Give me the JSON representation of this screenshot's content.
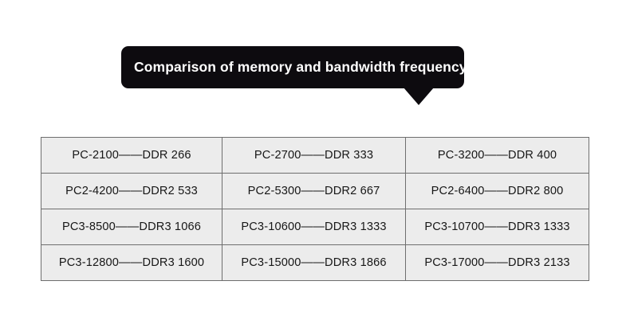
{
  "page": {
    "background_color": "#ffffff"
  },
  "callout": {
    "title": "Comparison of memory and bandwidth frequency",
    "background_color": "#0d0b0f",
    "text_color": "#ffffff",
    "tail_direction": "down"
  },
  "table": {
    "cell_background_color": "#ececec",
    "border_color": "#6e6e6e",
    "text_color": "#171717",
    "columns": 3,
    "rows": [
      [
        "PC-2100——DDR 266",
        "PC-2700——DDR 333",
        "PC-3200——DDR 400"
      ],
      [
        "PC2-4200——DDR2 533",
        "PC2-5300——DDR2 667",
        "PC2-6400——DDR2 800"
      ],
      [
        "PC3-8500——DDR3 1066",
        "PC3-10600——DDR3 1333",
        "PC3-10700——DDR3 1333"
      ],
      [
        "PC3-12800——DDR3 1600",
        "PC3-15000——DDR3 1866",
        "PC3-17000——DDR3 2133"
      ]
    ]
  }
}
